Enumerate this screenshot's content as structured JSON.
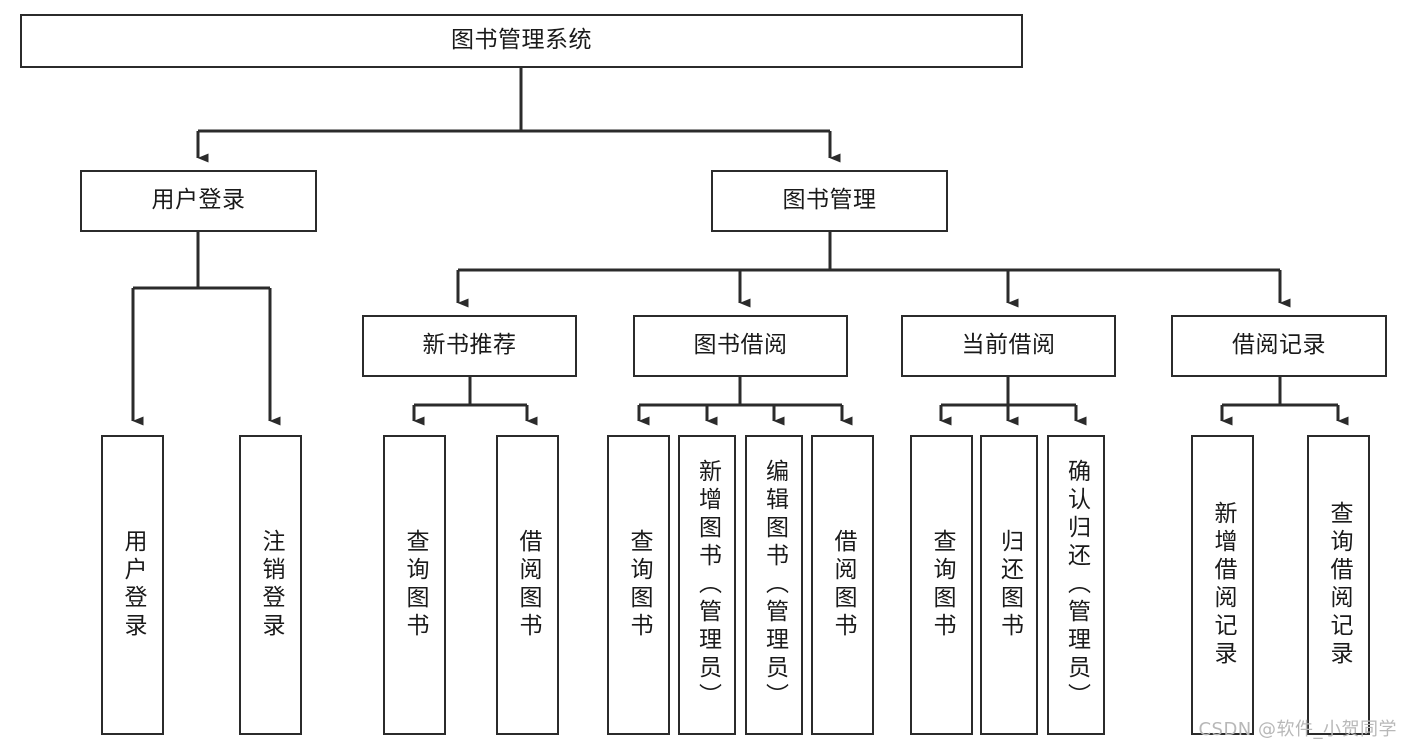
{
  "diagram": {
    "title": "图书管理系统",
    "type": "tree-hierarchy",
    "watermark": "CSDN @软件_小贺同学",
    "root": {
      "label": "图书管理系统"
    },
    "level2": [
      {
        "label": "用户登录"
      },
      {
        "label": "图书管理"
      }
    ],
    "level3": [
      {
        "label": "新书推荐"
      },
      {
        "label": "图书借阅"
      },
      {
        "label": "当前借阅"
      },
      {
        "label": "借阅记录"
      }
    ],
    "leaves": {
      "user_login": [
        {
          "label": "用户登录"
        },
        {
          "label": "注销登录"
        }
      ],
      "new_book_recommend": [
        {
          "label": "查询图书"
        },
        {
          "label": "借阅图书"
        }
      ],
      "book_borrow": [
        {
          "label": "查询图书"
        },
        {
          "label": "新增图书（管理员）"
        },
        {
          "label": "编辑图书（管理员）"
        },
        {
          "label": "借阅图书"
        }
      ],
      "current_borrow": [
        {
          "label": "查询图书"
        },
        {
          "label": "归还图书"
        },
        {
          "label": "确认归还（管理员）"
        }
      ],
      "borrow_records": [
        {
          "label": "新增借阅记录"
        },
        {
          "label": "查询借阅记录"
        }
      ]
    },
    "colors": {
      "stroke": "#2b2b2b",
      "fill": "#ffffff",
      "text": "#1a1a1a",
      "watermark": "#b8b8b8"
    }
  }
}
